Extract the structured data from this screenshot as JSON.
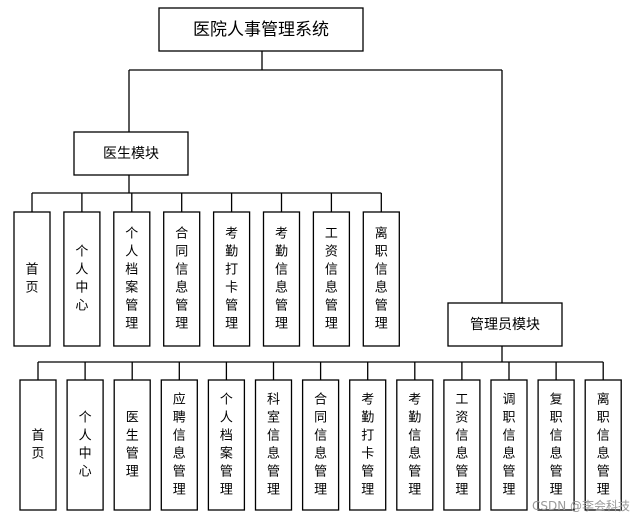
{
  "root": {
    "label": "医院人事管理系统"
  },
  "doctor_module": {
    "label": "医生模块",
    "children": [
      "首页",
      "个人中心",
      "个人档案管理",
      "合同信息管理",
      "考勤打卡管理",
      "考勤信息管理",
      "工资信息管理",
      "离职信息管理"
    ]
  },
  "admin_module": {
    "label": "管理员模块",
    "children": [
      "首页",
      "个人中心",
      "医生管理",
      "应聘信息管理",
      "个人档案管理",
      "科室信息管理",
      "合同信息管理",
      "考勤打卡管理",
      "考勤信息管理",
      "工资信息管理",
      "调职信息管理",
      "复职信息管理",
      "离职信息管理"
    ]
  },
  "watermark": "CSDN @李会科技"
}
